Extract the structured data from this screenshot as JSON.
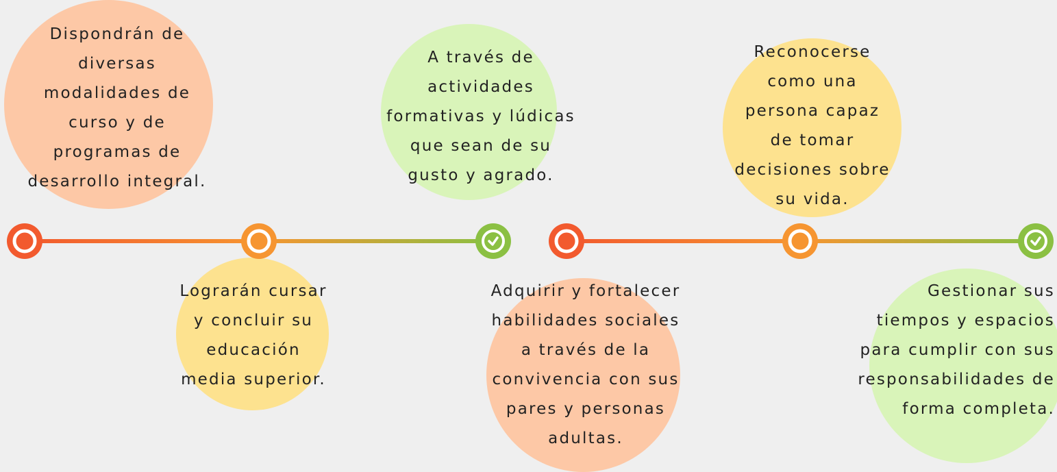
{
  "colors": {
    "background": "#efefef",
    "peach": "#fdc8a6",
    "yellow": "#fde28f",
    "green": "#d9f4b9",
    "red": "#f25a2e",
    "orange": "#f69531",
    "lime": "#8bc043"
  },
  "items": [
    {
      "text": "Dispondrán de\ndiversas\nmodalidades de\ncurso y de\nprogramas de\ndesarrollo integral."
    },
    {
      "text": "Lograrán cursar\ny concluir su\neducación\nmedia superior."
    },
    {
      "text": "A través de\nactividades\nformativas y lúdicas\nque sean de su\ngusto y agrado."
    },
    {
      "text": "Adquirir y fortalecer\nhabilidades sociales\na través de la\nconvivencia con sus\npares y personas\nadultas."
    },
    {
      "text": "Reconocerse\ncomo una\npersona capaz\nde tomar\ndecisiones sobre\nsu vida."
    },
    {
      "text": "Gestionar sus\ntiempos y espacios\npara cumplir con sus\nresponsabilidades de\nforma completa."
    }
  ],
  "nodes": [
    {
      "icon": "ring-icon",
      "color": "red"
    },
    {
      "icon": "ring-icon",
      "color": "orange"
    },
    {
      "icon": "check-icon",
      "color": "lime"
    },
    {
      "icon": "ring-icon",
      "color": "red"
    },
    {
      "icon": "ring-icon",
      "color": "orange"
    },
    {
      "icon": "check-icon",
      "color": "lime"
    }
  ]
}
